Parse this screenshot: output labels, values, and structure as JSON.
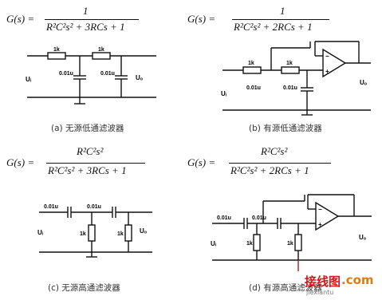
{
  "panels": [
    {
      "id": "a",
      "formula": {
        "lhs": "G(s) =",
        "numerator": "1",
        "denominator": "R²C²s² + 3RCs + 1"
      },
      "caption": "(a) 无源低通滤波器",
      "labels": {
        "r1": "1k",
        "r2": "1k",
        "c1": "0.01u",
        "c2": "0.01u",
        "in": "Uᵢ",
        "out": "Uₒ"
      }
    },
    {
      "id": "b",
      "formula": {
        "lhs": "G(s) =",
        "numerator": "1",
        "denominator": "R²C²s² + 2RCs + 1"
      },
      "caption": "(b) 有源低通滤波器",
      "labels": {
        "r1": "1k",
        "r2": "1k",
        "c1": "0.01u",
        "c2": "0.01u",
        "in": "Uᵢ",
        "out": "Uₒ",
        "op_minus": "−",
        "op_plus": "+"
      }
    },
    {
      "id": "c",
      "formula": {
        "lhs": "G(s) =",
        "numerator": "R²C²s²",
        "denominator": "R²C²s² + 3RCs + 1"
      },
      "caption": "(c)  无源高通滤波器",
      "labels": {
        "c1": "0.01u",
        "c2": "0.01u",
        "r1": "1k",
        "r2": "1k",
        "in": "Uᵢ",
        "out": "Uₒ"
      }
    },
    {
      "id": "d",
      "formula": {
        "lhs": "G(s) =",
        "numerator": "R²C²s²",
        "denominator": "R²C²s² + 2RCs + 1"
      },
      "caption": "(d) 有源高通滤波器",
      "labels": {
        "c1": "0.01u",
        "c2": "0.01u",
        "r1": "1k",
        "r2": "1k",
        "in": "Uᵢ",
        "out": "Uₒ",
        "op_minus": "−",
        "op_plus": "+"
      }
    }
  ],
  "watermark": {
    "brand": "接线图",
    "suffix": ".com",
    "sub": "jiexiantu"
  },
  "colors": {
    "wire": "#111111",
    "accent_red": "#b01818",
    "watermark_red": "#d01818",
    "watermark_orange": "#e07a10",
    "caption": "#333333"
  }
}
